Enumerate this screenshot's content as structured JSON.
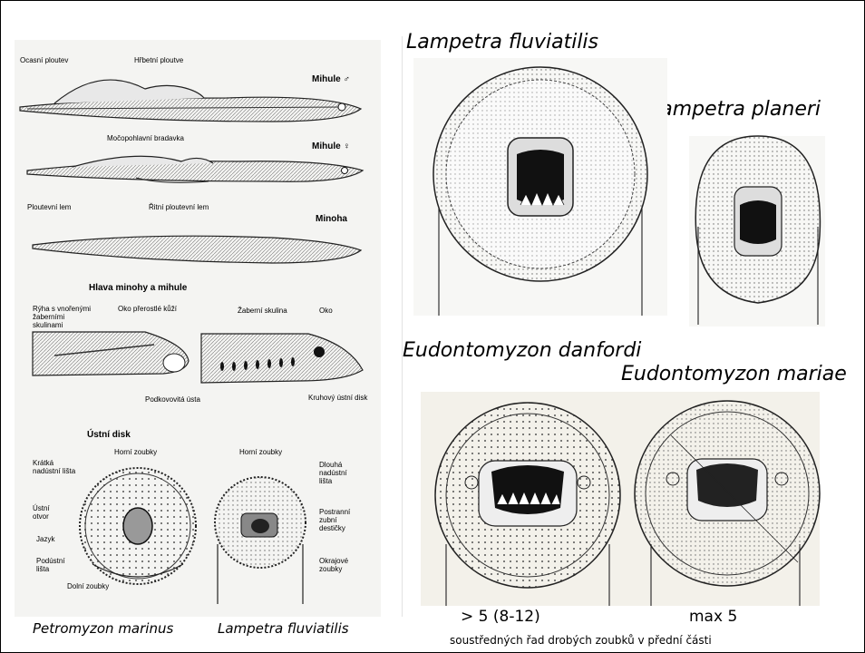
{
  "left_plate": {
    "labels": {
      "ocasni_ploutev": "Ocasní ploutev",
      "hrbetni_ploutve": "Hřbetní ploutve",
      "mihule_male": "Mihule ♂",
      "mocopohlavni": "Močopohlavní bradavka",
      "mihule_female": "Mihule ♀",
      "ploutevni_lem": "Ploutevní lem",
      "ritni_lem": "Řitní ploutevní lem",
      "minoha": "Minoha",
      "hlava_heading": "Hlava minohy a mihule",
      "ryha": "Rýha s vnořenými žaberními skulinami",
      "oko_prerostle": "Oko přerostlé kůží",
      "zaberni_skulina": "Žaberní skulina",
      "oko": "Oko",
      "podkovovita": "Podkovovitá ústa",
      "kruhovy": "Kruhový ústní disk",
      "ustni_disk": "Ústní disk",
      "horni_zoubky_1": "Horní zoubky",
      "horni_zoubky_2": "Horní zoubky",
      "kratka_lista": "Krátká nadústní lišta",
      "dlouha_lista": "Dlouhá nadústní lišta",
      "ustni_otvor": "Ústní otvor",
      "postranni": "Postranní zubní destičky",
      "jazyk": "Jazyk",
      "podustni": "Podústní lišta",
      "okrajove": "Okrajové zoubky",
      "dolni_zoubky": "Dolní zoubky"
    },
    "species_left": "Petromyzon marinus",
    "species_right": "Lampetra fluviatilis"
  },
  "right_panel": {
    "title_fluviatilis": "Lampetra fluviatilis",
    "title_planeri": "Lampetra planeri",
    "title_danfordi": "Eudontomyzon danfordi",
    "title_mariae": "Eudontomyzon mariae",
    "count_danfordi": "> 5 (8-12)",
    "count_mariae": "max 5",
    "caption": "soustředných řad drobých zoubků v přední části"
  }
}
